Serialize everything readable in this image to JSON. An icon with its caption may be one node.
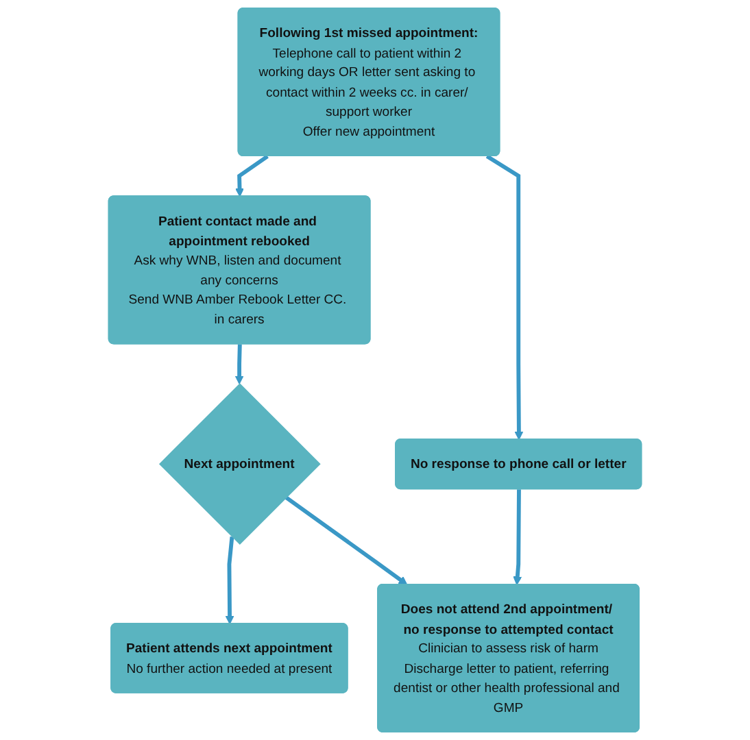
{
  "diagram": {
    "nodes": [
      {
        "text": [
          "Following 1st missed appointment:",
          "Telephone call to patient within 2 working days OR letter sent asking to contact within 2 weeks cc. in carer/ support worker",
          "Offer new appointment"
        ]
      },
      {
        "text": [
          "Patient contact made and appointment rebooked",
          "Ask why WNB, listen and document any concerns",
          "Send WNB Amber Rebook Letter CC. in carers"
        ]
      },
      {
        "text": [
          "No response to phone call or letter"
        ]
      },
      {
        "text": [
          "Next appointment"
        ]
      },
      {
        "text": [
          "Patient attends next appointment",
          "No further action needed at present"
        ]
      },
      {
        "text": [
          "Does not attend 2nd appointment/ no response to attempted contact",
          "Clinician to assess risk of harm",
          "Discharge letter to patient, referring dentist or other health professional and GMP"
        ]
      }
    ],
    "edges": [
      {
        "from": 0,
        "to": 1,
        "arrow": "to"
      },
      {
        "from": 0,
        "to": 2,
        "arrow": "to"
      },
      {
        "from": 1,
        "to": 3,
        "arrow": "to"
      },
      {
        "from": 3,
        "to": 4,
        "arrow": "to"
      },
      {
        "from": 3,
        "to": 5,
        "arrow": "to"
      },
      {
        "from": 2,
        "to": 5,
        "arrow": "to"
      }
    ]
  }
}
